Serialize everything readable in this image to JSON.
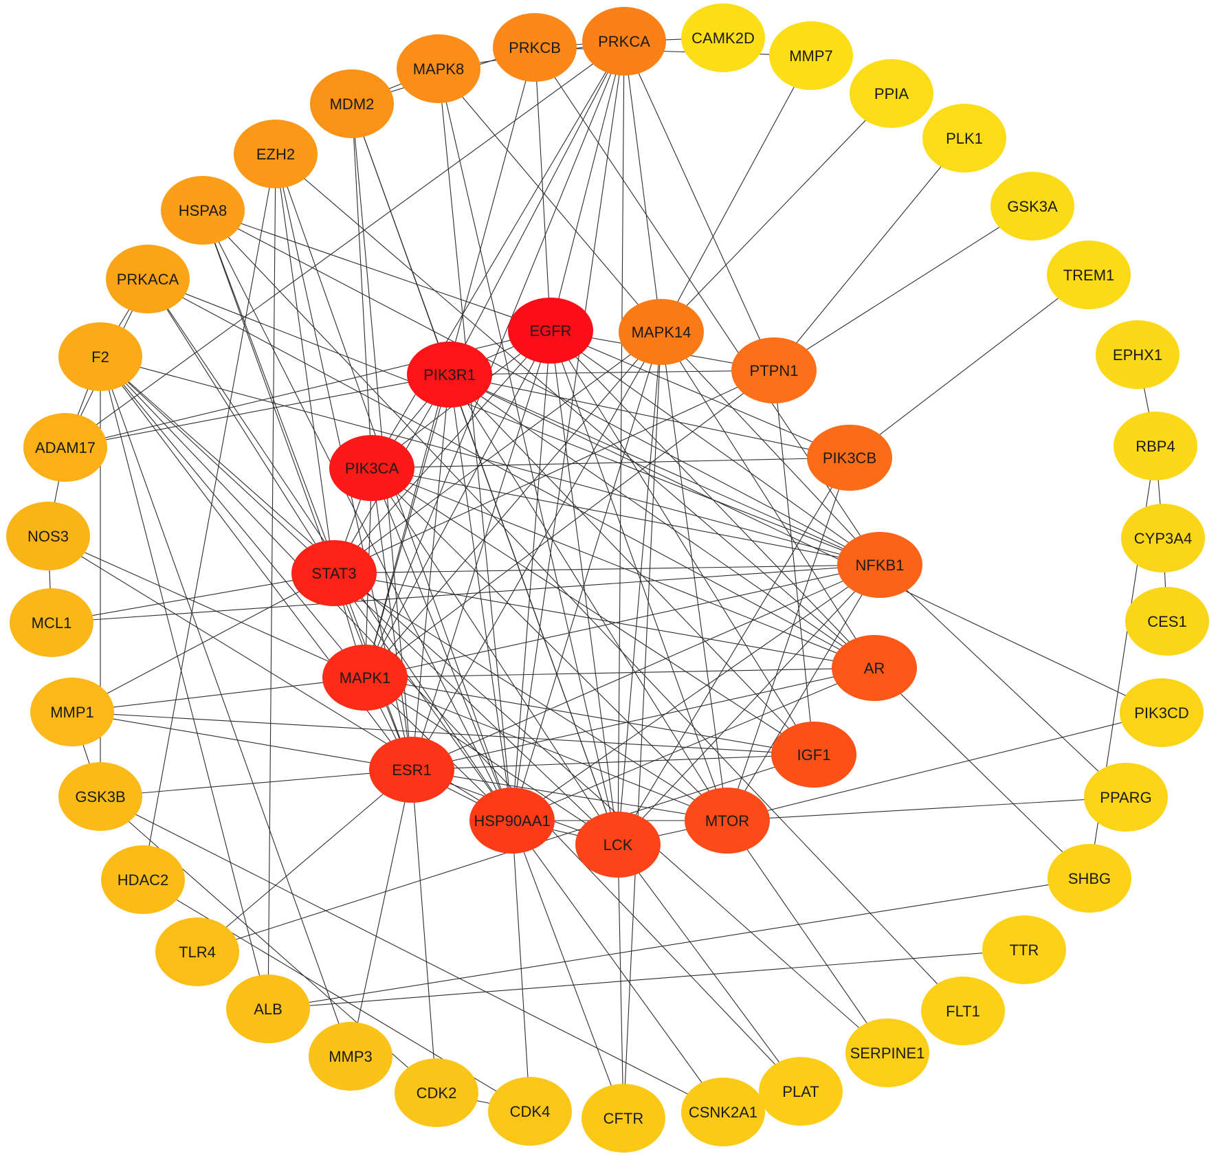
{
  "nodes": [
    {
      "id": "EGFR",
      "color": "#fc0e18"
    },
    {
      "id": "PIK3R1",
      "color": "#fc1418"
    },
    {
      "id": "PIK3CA",
      "color": "#fc1a18"
    },
    {
      "id": "STAT3",
      "color": "#fc2218"
    },
    {
      "id": "MAPK1",
      "color": "#fc2c18"
    },
    {
      "id": "ESR1",
      "color": "#fc3418"
    },
    {
      "id": "HSP90AA1",
      "color": "#fc3c18"
    },
    {
      "id": "LCK",
      "color": "#fc4418"
    },
    {
      "id": "MTOR",
      "color": "#fc4a18"
    },
    {
      "id": "IGF1",
      "color": "#fb5018"
    },
    {
      "id": "AR",
      "color": "#fb5818"
    },
    {
      "id": "NFKB1",
      "color": "#fb6418"
    },
    {
      "id": "PIK3CB",
      "color": "#fb6c18"
    },
    {
      "id": "PTPN1",
      "color": "#fb7018"
    },
    {
      "id": "MAPK14",
      "color": "#fb7a18"
    },
    {
      "id": "PRKCA",
      "color": "#fb8018"
    },
    {
      "id": "PRKCB",
      "color": "#fb8818"
    },
    {
      "id": "MAPK8",
      "color": "#fb8e18"
    },
    {
      "id": "MDM2",
      "color": "#fb9218"
    },
    {
      "id": "EZH2",
      "color": "#fb9818"
    },
    {
      "id": "HSPA8",
      "color": "#fb9e18"
    },
    {
      "id": "PRKACA",
      "color": "#fba418"
    },
    {
      "id": "F2",
      "color": "#fbaa18"
    },
    {
      "id": "ADAM17",
      "color": "#fbb018"
    },
    {
      "id": "NOS3",
      "color": "#fbb418"
    },
    {
      "id": "MCL1",
      "color": "#fbb618"
    },
    {
      "id": "MMP1",
      "color": "#fbb818"
    },
    {
      "id": "GSK3B",
      "color": "#fbba18"
    },
    {
      "id": "HDAC2",
      "color": "#fbbc18"
    },
    {
      "id": "TLR4",
      "color": "#fbbe18"
    },
    {
      "id": "ALB",
      "color": "#fbc018"
    },
    {
      "id": "MMP3",
      "color": "#fbc218"
    },
    {
      "id": "CDK2",
      "color": "#fbc418"
    },
    {
      "id": "CDK4",
      "color": "#fbc618"
    },
    {
      "id": "CFTR",
      "color": "#fbc818"
    },
    {
      "id": "CSNK2A1",
      "color": "#fbca18"
    },
    {
      "id": "PLAT",
      "color": "#fbcc18"
    },
    {
      "id": "SERPINE1",
      "color": "#fbce18"
    },
    {
      "id": "FLT1",
      "color": "#fbd018"
    },
    {
      "id": "TTR",
      "color": "#fbd218"
    },
    {
      "id": "SHBG",
      "color": "#fbd218"
    },
    {
      "id": "PPARG",
      "color": "#fbd418"
    },
    {
      "id": "PIK3CD",
      "color": "#fbd418"
    },
    {
      "id": "CES1",
      "color": "#fbd618"
    },
    {
      "id": "CYP3A4",
      "color": "#fbd618"
    },
    {
      "id": "RBP4",
      "color": "#fbd818"
    },
    {
      "id": "EPHX1",
      "color": "#fbd818"
    },
    {
      "id": "TREM1",
      "color": "#fbda18"
    },
    {
      "id": "GSK3A",
      "color": "#fbda18"
    },
    {
      "id": "PLK1",
      "color": "#fbdc18"
    },
    {
      "id": "PPIA",
      "color": "#fbdc18"
    },
    {
      "id": "MMP7",
      "color": "#fbde18"
    },
    {
      "id": "CAMK2D",
      "color": "#fbde18"
    }
  ],
  "edges": [
    [
      "EGFR",
      "PIK3R1"
    ],
    [
      "EGFR",
      "PIK3CA"
    ],
    [
      "EGFR",
      "STAT3"
    ],
    [
      "EGFR",
      "MAPK1"
    ],
    [
      "EGFR",
      "ESR1"
    ],
    [
      "EGFR",
      "HSP90AA1"
    ],
    [
      "EGFR",
      "LCK"
    ],
    [
      "EGFR",
      "MTOR"
    ],
    [
      "EGFR",
      "IGF1"
    ],
    [
      "EGFR",
      "AR"
    ],
    [
      "EGFR",
      "NFKB1"
    ],
    [
      "EGFR",
      "PIK3CB"
    ],
    [
      "EGFR",
      "PTPN1"
    ],
    [
      "EGFR",
      "PRKCA"
    ],
    [
      "EGFR",
      "PRKCB"
    ],
    [
      "EGFR",
      "HSPA8"
    ],
    [
      "EGFR",
      "ADAM17"
    ],
    [
      "PIK3R1",
      "PIK3CA"
    ],
    [
      "PIK3R1",
      "STAT3"
    ],
    [
      "PIK3R1",
      "MAPK1"
    ],
    [
      "PIK3R1",
      "ESR1"
    ],
    [
      "PIK3R1",
      "HSP90AA1"
    ],
    [
      "PIK3R1",
      "LCK"
    ],
    [
      "PIK3R1",
      "MTOR"
    ],
    [
      "PIK3R1",
      "IGF1"
    ],
    [
      "PIK3R1",
      "AR"
    ],
    [
      "PIK3R1",
      "NFKB1"
    ],
    [
      "PIK3R1",
      "PIK3CB"
    ],
    [
      "PIK3R1",
      "PTPN1"
    ],
    [
      "PIK3R1",
      "PRKCA"
    ],
    [
      "PIK3R1",
      "MDM2"
    ],
    [
      "PIK3R1",
      "ADAM17"
    ],
    [
      "PIK3R1",
      "PIK3CD"
    ],
    [
      "PIK3CA",
      "STAT3"
    ],
    [
      "PIK3CA",
      "MAPK1"
    ],
    [
      "PIK3CA",
      "ESR1"
    ],
    [
      "PIK3CA",
      "HSP90AA1"
    ],
    [
      "PIK3CA",
      "LCK"
    ],
    [
      "PIK3CA",
      "MTOR"
    ],
    [
      "PIK3CA",
      "IGF1"
    ],
    [
      "PIK3CA",
      "AR"
    ],
    [
      "PIK3CA",
      "NFKB1"
    ],
    [
      "PIK3CA",
      "PIK3CB"
    ],
    [
      "PIK3CA",
      "PRKCA"
    ],
    [
      "PIK3CA",
      "MDM2"
    ],
    [
      "STAT3",
      "MAPK1"
    ],
    [
      "STAT3",
      "ESR1"
    ],
    [
      "STAT3",
      "HSP90AA1"
    ],
    [
      "STAT3",
      "LCK"
    ],
    [
      "STAT3",
      "MTOR"
    ],
    [
      "STAT3",
      "NFKB1"
    ],
    [
      "STAT3",
      "AR"
    ],
    [
      "STAT3",
      "MAPK14"
    ],
    [
      "STAT3",
      "PTPN1"
    ],
    [
      "STAT3",
      "EZH2"
    ],
    [
      "STAT3",
      "HSPA8"
    ],
    [
      "STAT3",
      "F2"
    ],
    [
      "STAT3",
      "MCL1"
    ],
    [
      "STAT3",
      "MMP1"
    ],
    [
      "STAT3",
      "PRKACA"
    ],
    [
      "MAPK1",
      "ESR1"
    ],
    [
      "MAPK1",
      "HSP90AA1"
    ],
    [
      "MAPK1",
      "LCK"
    ],
    [
      "MAPK1",
      "MTOR"
    ],
    [
      "MAPK1",
      "IGF1"
    ],
    [
      "MAPK1",
      "AR"
    ],
    [
      "MAPK1",
      "MAPK14"
    ],
    [
      "MAPK1",
      "PTPN1"
    ],
    [
      "MAPK1",
      "PRKCA"
    ],
    [
      "MAPK1",
      "PRKCB"
    ],
    [
      "MAPK1",
      "MMP1"
    ],
    [
      "MAPK1",
      "NOS3"
    ],
    [
      "MAPK1",
      "NFKB1"
    ],
    [
      "MAPK1",
      "F2"
    ],
    [
      "ESR1",
      "HSP90AA1"
    ],
    [
      "ESR1",
      "LCK"
    ],
    [
      "ESR1",
      "MTOR"
    ],
    [
      "ESR1",
      "IGF1"
    ],
    [
      "ESR1",
      "AR"
    ],
    [
      "ESR1",
      "NFKB1"
    ],
    [
      "ESR1",
      "MAPK14"
    ],
    [
      "ESR1",
      "MDM2"
    ],
    [
      "ESR1",
      "EZH2"
    ],
    [
      "ESR1",
      "HSPA8"
    ],
    [
      "ESR1",
      "F2"
    ],
    [
      "ESR1",
      "GSK3B"
    ],
    [
      "ESR1",
      "MMP1"
    ],
    [
      "ESR1",
      "TLR4"
    ],
    [
      "ESR1",
      "CDK2"
    ],
    [
      "ESR1",
      "MMP3"
    ],
    [
      "HSP90AA1",
      "LCK"
    ],
    [
      "HSP90AA1",
      "MTOR"
    ],
    [
      "HSP90AA1",
      "NFKB1"
    ],
    [
      "HSP90AA1",
      "AR"
    ],
    [
      "HSP90AA1",
      "MAPK14"
    ],
    [
      "HSP90AA1",
      "PRKCA"
    ],
    [
      "HSP90AA1",
      "MAPK8"
    ],
    [
      "HSP90AA1",
      "EZH2"
    ],
    [
      "HSP90AA1",
      "HSPA8"
    ],
    [
      "HSP90AA1",
      "PRKACA"
    ],
    [
      "HSP90AA1",
      "CDK4"
    ],
    [
      "HSP90AA1",
      "CFTR"
    ],
    [
      "HSP90AA1",
      "CSNK2A1"
    ],
    [
      "HSP90AA1",
      "NOS3"
    ],
    [
      "LCK",
      "MTOR"
    ],
    [
      "LCK",
      "NFKB1"
    ],
    [
      "LCK",
      "PRKCA"
    ],
    [
      "LCK",
      "MAPK14"
    ],
    [
      "LCK",
      "PIK3CB"
    ],
    [
      "LCK",
      "PLAT"
    ],
    [
      "LCK",
      "CFTR"
    ],
    [
      "LCK",
      "MDM2"
    ],
    [
      "LCK",
      "MAPK8"
    ],
    [
      "MTOR",
      "PPARG"
    ],
    [
      "MTOR",
      "PIK3CD"
    ],
    [
      "MTOR",
      "NFKB1"
    ],
    [
      "MTOR",
      "MAPK14"
    ],
    [
      "MTOR",
      "SERPINE1"
    ],
    [
      "MTOR",
      "PIK3CB"
    ],
    [
      "IGF1",
      "MMP1"
    ],
    [
      "IGF1",
      "PTPN1"
    ],
    [
      "IGF1",
      "TLR4"
    ],
    [
      "AR",
      "SHBG"
    ],
    [
      "AR",
      "PRKACA"
    ],
    [
      "AR",
      "MAPK14"
    ],
    [
      "AR",
      "EZH2"
    ],
    [
      "NFKB1",
      "PPARG"
    ],
    [
      "NFKB1",
      "PRKCB"
    ],
    [
      "NFKB1",
      "MAPK14"
    ],
    [
      "NFKB1",
      "HSPA8"
    ],
    [
      "NFKB1",
      "PRKACA"
    ],
    [
      "NFKB1",
      "MCL1"
    ],
    [
      "NFKB1",
      "F2"
    ],
    [
      "PIK3CB",
      "TREM1"
    ],
    [
      "PTPN1",
      "GSK3A"
    ],
    [
      "PTPN1",
      "PLK1"
    ],
    [
      "PTPN1",
      "PRKCA"
    ],
    [
      "MAPK14",
      "PPIA"
    ],
    [
      "MAPK14",
      "PRKCA"
    ],
    [
      "MAPK14",
      "MAPK8"
    ],
    [
      "MAPK14",
      "MMP7"
    ],
    [
      "MAPK14",
      "CFTR"
    ],
    [
      "PRKCA",
      "CAMK2D"
    ],
    [
      "PRKCA",
      "PRKCB"
    ],
    [
      "PRKCA",
      "MAPK8"
    ],
    [
      "PRKCA",
      "ADAM17"
    ],
    [
      "PRKCB",
      "MDM2"
    ],
    [
      "MDM2",
      "MAPK8"
    ],
    [
      "EZH2",
      "HDAC2"
    ],
    [
      "EZH2",
      "ALB"
    ],
    [
      "HSPA8",
      "FLT1"
    ],
    [
      "PRKACA",
      "ADAM17"
    ],
    [
      "PRKACA",
      "F2"
    ],
    [
      "F2",
      "ADAM17"
    ],
    [
      "F2",
      "GSK3B"
    ],
    [
      "F2",
      "ALB"
    ],
    [
      "F2",
      "PLAT"
    ],
    [
      "F2",
      "SERPINE1"
    ],
    [
      "F2",
      "MMP3"
    ],
    [
      "ADAM17",
      "NOS3"
    ],
    [
      "NOS3",
      "MCL1"
    ],
    [
      "MMP1",
      "GSK3B"
    ],
    [
      "GSK3B",
      "CDK2"
    ],
    [
      "GSK3B",
      "CSNK2A1"
    ],
    [
      "HDAC2",
      "CDK4"
    ],
    [
      "ALB",
      "TTR"
    ],
    [
      "ALB",
      "SHBG"
    ],
    [
      "CDK2",
      "CDK4"
    ],
    [
      "CYP3A4",
      "CES1"
    ],
    [
      "CYP3A4",
      "RBP4"
    ],
    [
      "RBP4",
      "EPHX1"
    ],
    [
      "RBP4",
      "SHBG"
    ],
    [
      "MMP7",
      "PRKCB"
    ]
  ]
}
